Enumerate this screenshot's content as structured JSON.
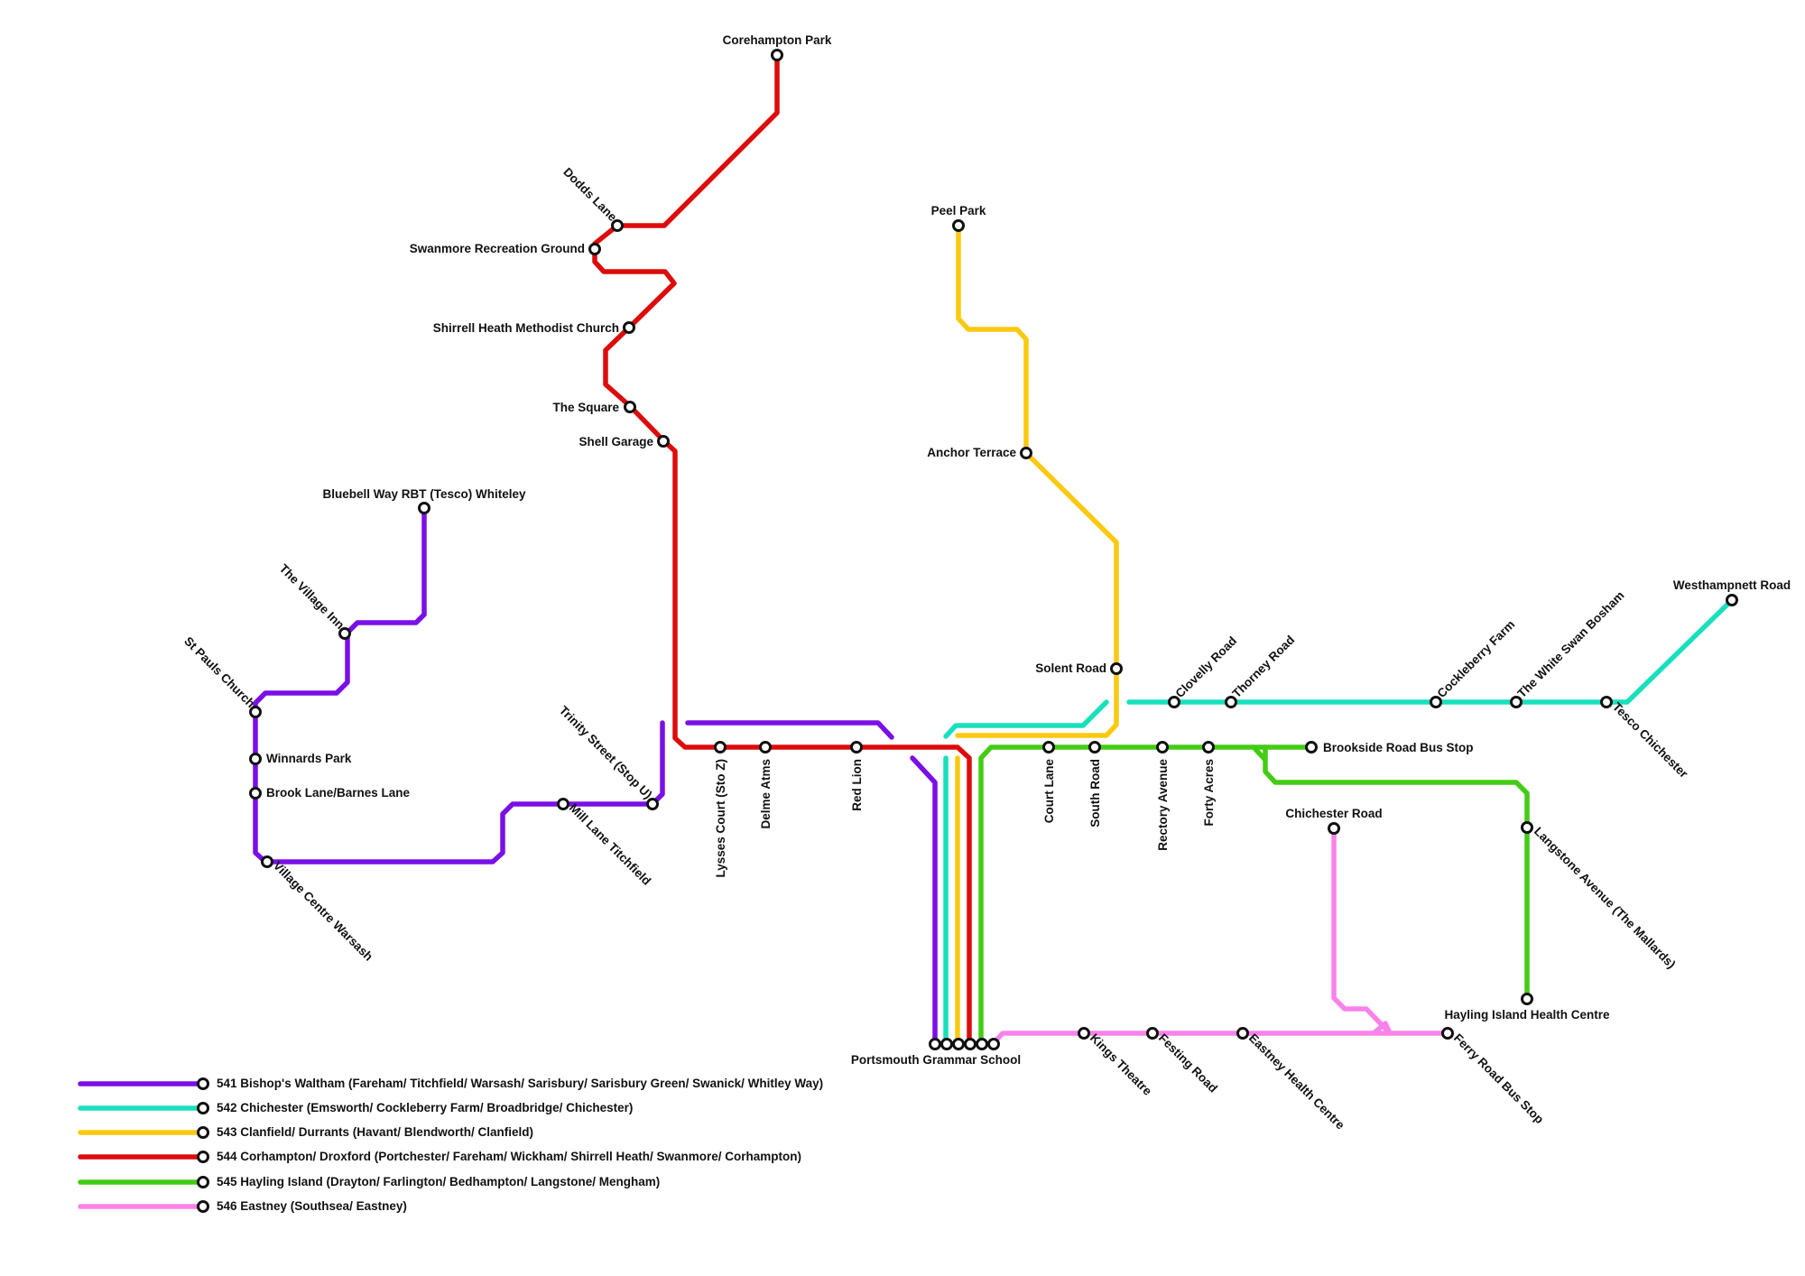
{
  "map": {
    "routes": [
      {
        "id": "541",
        "color": "#7a0fe6",
        "legend": "541 Bishop's Waltham (Fareham/ Titchfield/ Warsash/ Sarisbury/ Sarisbury Green/ Swanick/ Whitley Way)"
      },
      {
        "id": "542",
        "color": "#19e0bc",
        "legend": "542 Chichester (Emsworth/ Cockleberry Farm/ Broadbridge/ Chichester)"
      },
      {
        "id": "543",
        "color": "#fbc90f",
        "legend": "543 Clanfield/ Durrants (Havant/ Blendworth/ Clanfield)"
      },
      {
        "id": "544",
        "color": "#dd0c0c",
        "legend": "544 Corhampton/ Droxford (Portchester/ Fareham/ Wickham/ Shirrell Heath/ Swanmore/ Corhampton)"
      },
      {
        "id": "545",
        "color": "#43cc14",
        "legend": "545 Hayling Island (Drayton/ Farlington/ Bedhampton/ Langstone/ Mengham)"
      },
      {
        "id": "546",
        "color": "#fb82ea",
        "legend": "546 Eastney (Southsea/ Eastney)"
      }
    ],
    "stops": {
      "corehampton_park": "Corehampton Park",
      "dodds_lane": "Dodds Lane",
      "swanmore_recreation_ground": "Swanmore Recreation Ground",
      "shirrell_heath": "Shirrell Heath Methodist Church",
      "the_square": "The Square",
      "shell_garage": "Shell Garage",
      "bluebell_way": "Bluebell Way RBT (Tesco) Whiteley",
      "village_inn": "The Village Inn",
      "st_pauls": "St Pauls Church",
      "winnards_park": "Winnards Park",
      "brook_lane": "Brook Lane/Barnes Lane",
      "village_centre_warsash": "Village Centre Warsash",
      "mill_lane": "Mill Lane Titchfield",
      "trinity_street": "Trinity Street (Stop U)",
      "lysses_court": "Lysses Court (Sto Z)",
      "delme_atms": "Delme Atms",
      "red_lion": "Red Lion",
      "peel_park": "Peel Park",
      "anchor_terrace": "Anchor Terrace",
      "solent_road": "Solent Road",
      "clovelly_road": "Clovelly Road",
      "thorney_road": "Thorney Road",
      "cockleberry_farm": "Cockleberry Farm",
      "white_swan": "The White Swan Bosham",
      "tesco_chichester": "Tesco Chichester",
      "westhampnett_road": "Westhampnett Road",
      "court_lane": "Court Lane",
      "south_road": "South Road",
      "rectory_avenue": "Rectory Avenue",
      "forty_acres": "Forty Acres",
      "brookside_road": "Brookside Road Bus Stop",
      "chichester_road": "Chichester Road",
      "langstone_avenue": "Langstone Avenue (The Mallards)",
      "hayling_island": "Hayling Island Health Centre",
      "portsmouth_grammar": "Portsmouth Grammar School",
      "kings_theatre": "Kings Theatre",
      "festing_road": "Festing Road",
      "eastney_health": "Eastney Health Centre",
      "ferry_road": "Ferry Road Bus Stop"
    }
  }
}
